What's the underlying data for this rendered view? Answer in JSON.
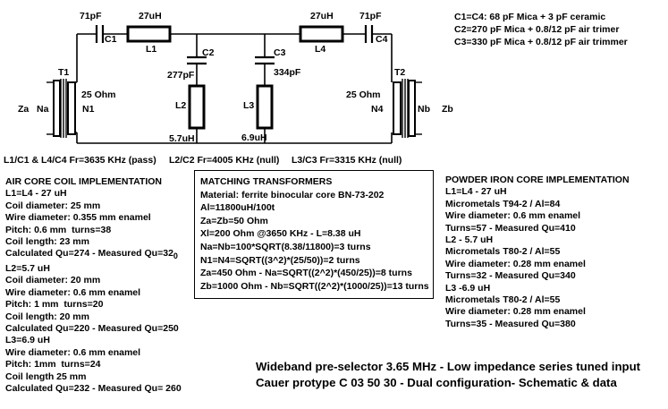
{
  "schematic": {
    "c1": "C1",
    "c2": "C2",
    "c3": "C3",
    "c4": "C4",
    "l1": "L1",
    "l2": "L2",
    "l3": "L3",
    "l4": "L4",
    "t1": "T1",
    "t2": "T2",
    "c1_val": "71pF",
    "c4_val": "71pF",
    "l1_val": "27uH",
    "l4_val": "27uH",
    "c2_val": "277pF",
    "c3_val": "334pF",
    "l2_val": "5.7uH",
    "l3_val": "6.9uH",
    "za": "Za",
    "na": "Na",
    "n1": "N1",
    "n1_ohm": "25 Ohm",
    "zb": "Zb",
    "nb": "Nb",
    "n4": "N4",
    "n4_ohm": "25 Ohm"
  },
  "capacitor_notes": [
    "C1=C4: 68 pF Mica + 3 pF ceramic",
    "C2=270 pF Mica + 0.8/12 pF air trimer",
    "C3=330 pF Mica + 0.8/12 pF air trimmer"
  ],
  "resonance": {
    "l1c1": "L1/C1 & L4/C4 Fr=3635 KHz (pass)",
    "l2c2": "L2/C2 Fr=4005 KHz (null)",
    "l3c3": "L3/C3 Fr=3315 KHz (null)"
  },
  "air_core": {
    "heading": "AIR CORE COIL IMPLEMENTATION",
    "lines": [
      "L1=L4 - 27 uH",
      "Coil diameter: 25 mm",
      "Wire diameter: 0.355 mm enamel",
      "Pitch: 0.6 mm  turns=38",
      "Coil length: 23 mm",
      "Calculated Qu=274 - Measured Qu=32",
      "L2=5.7 uH",
      "Coil diameter: 20 mm",
      "Wire diameter: 0.6 mm enamel",
      "Pitch: 1 mm  turns=20",
      "Coil length: 20 mm",
      "Calculated Qu=220 - Measured Qu=250",
      "L3=6.9 uH",
      "Wire diameter: 0.6 mm enamel",
      "Pitch: 1mm  turns=24",
      "Coil length 25 mm",
      "Calculated Qu=232 - Measured Qu= 260"
    ],
    "subscript_zero": "0"
  },
  "matching": {
    "heading": "MATCHING TRANSFORMERS",
    "lines": [
      "Material: ferrite binocular core BN-73-202",
      "Al=11800uH/100t",
      "Za=Zb=50 Ohm",
      "Xl=200 Ohm @3650 KHz - L=8.38 uH",
      "Na=Nb=100*SQRT(8.38/11800)=3 turns",
      "N1=N4=SQRT((3^2)*(25/50))=2 turns",
      "Za=450 Ohm - Na=SQRT((2^2)*(450/25))=8 turns",
      "Zb=1000 Ohm - Nb=SQRT((2^2)*(1000/25))=13 turns"
    ]
  },
  "powder_core": {
    "heading": "POWDER IRON CORE IMPLEMENTATION",
    "lines": [
      "L1=L4 - 27 uH",
      "Micrometals T94-2 / Al=84",
      "Wire diameter: 0.6 mm enamel",
      "Turns=57 - Measured Qu=410",
      "L2 - 5.7 uH",
      "Micrometals T80-2 / Al=55",
      "Wire diameter: 0.28 mm enamel",
      "Turns=32 - Measured Qu=340",
      "L3 -6.9 uH",
      "Micrometals T80-2 / Al=55",
      "Wire diameter: 0.28 mm enamel",
      "Turns=35 - Measured Qu=380"
    ]
  },
  "footer": {
    "line1": "Wideband pre-selector 3.65 MHz - Low impedance series tuned input",
    "line2": "Cauer protype C 03 50 30 - Dual configuration- Schematic & data"
  }
}
